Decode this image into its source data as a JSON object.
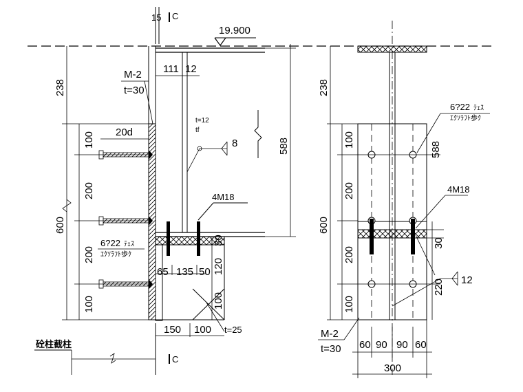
{
  "drawing": {
    "elevation_mark": "19.900",
    "section_marks": {
      "top_15": "15",
      "section_c": "C"
    },
    "left_view": {
      "dim_238": "238",
      "dim_600": "600",
      "plate_label": "M-2",
      "plate_thickness": "t=30",
      "dim_111": "111",
      "dim_12": "12",
      "dim_20d": "20d",
      "dims_vertical": [
        "100",
        "200",
        "200",
        "100"
      ],
      "web_thickness": "t=12",
      "web_sub": "tf",
      "weld_size": "8",
      "dim_588": "588",
      "bolt_label": "4M18",
      "stud_label": "6?22",
      "stud_suffix": "ﾃｪｽ",
      "stud_note": "ｴｸｿﾗﾌﾄ歩ｸ",
      "dims_bottom_seat": [
        "65",
        "135",
        "50"
      ],
      "dim_30": "30",
      "dim_120": "120",
      "dim_100": "100",
      "dim_150": "150",
      "dim_100b": "100",
      "seat_thickness": "t=25",
      "column_label": "砼柱截柱"
    },
    "right_view": {
      "dim_238": "238",
      "dim_600": "600",
      "dims_vertical": [
        "100",
        "200",
        "200",
        "100"
      ],
      "stud_label": "6?22",
      "stud_suffix": "ﾃｪｽ",
      "stud_note": "ｴｸｿﾗﾌﾄ歩ｸ",
      "dim_588": "588",
      "bolt_label": "4M18",
      "dim_30": "30",
      "dim_220": "220",
      "weld_size": "12",
      "plate_label": "M-2",
      "plate_thickness": "t=30",
      "dims_bottom": [
        "60",
        "90",
        "90",
        "60"
      ],
      "dim_300": "300"
    }
  }
}
